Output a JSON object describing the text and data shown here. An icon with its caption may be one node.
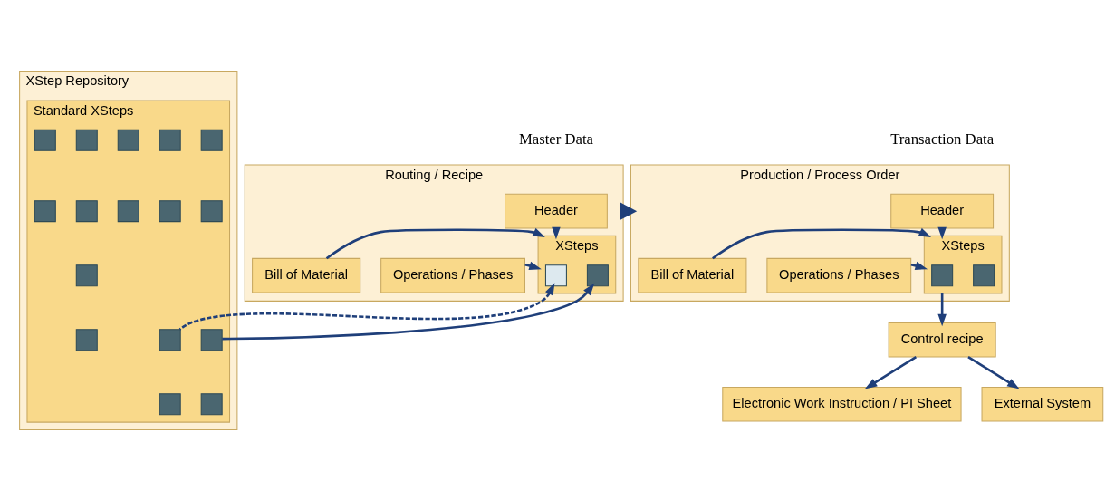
{
  "diagram": {
    "nodes": [
      {
        "text": [
          "Routing / Recipe"
        ]
      },
      {
        "text": [
          "Header"
        ],
        "in": 0
      },
      {
        "text": [
          "Operations / Phases"
        ],
        "in": 0
      },
      {
        "text": [
          "XSteps"
        ],
        "in": 0
      },
      {
        "text": [],
        "shape": "box",
        "in": 3
      },
      {
        "text": [],
        "shape": "box",
        "in": 3
      },
      {
        "text": [
          "Bill of Material"
        ],
        "in": 0
      },
      {
        "text": [
          "XStep Repository"
        ]
      },
      {
        "text": [
          "Standard XSteps"
        ],
        "in": 7
      },
      {
        "text": [],
        "shape": "box",
        "in": 8
      },
      {
        "text": [],
        "shape": "box",
        "in": 8
      },
      {
        "text": [],
        "shape": "box",
        "in": 8
      },
      {
        "text": [],
        "shape": "box",
        "in": 8
      },
      {
        "text": [],
        "shape": "box",
        "in": 8
      },
      {
        "text": [],
        "shape": "box",
        "in": 8
      },
      {
        "text": [],
        "shape": "box",
        "in": 8
      },
      {
        "text": [],
        "shape": "box",
        "in": 8
      },
      {
        "text": [],
        "shape": "box",
        "in": 8
      },
      {
        "text": [],
        "shape": "box",
        "in": 8
      },
      {
        "text": [],
        "shape": "box",
        "in": 8
      },
      {
        "text": [],
        "shape": "box",
        "in": 8
      },
      {
        "text": [],
        "shape": "box",
        "in": 8
      },
      {
        "text": [],
        "shape": "box",
        "in": 8
      },
      {
        "text": [],
        "shape": "box",
        "in": 8
      },
      {
        "text": [],
        "shape": "box",
        "in": 8
      },
      {
        "text": [
          "Production / Process Order"
        ]
      },
      {
        "text": [
          "Header"
        ],
        "in": 25
      },
      {
        "text": [
          "Operations / Phases"
        ],
        "in": 25
      },
      {
        "text": [
          "XSteps"
        ],
        "in": 25
      },
      {
        "text": [],
        "shape": "box",
        "in": 28
      },
      {
        "text": [],
        "shape": "box",
        "in": 28
      },
      {
        "text": [
          "Bill of Material"
        ],
        "in": 25
      },
      {
        "text": [
          "Control recipe"
        ]
      },
      {
        "text": [
          "Electronic Work Instruction / PI Sheet"
        ]
      },
      {
        "text": [
          "External System"
        ]
      }
    ],
    "edges": [
      {
        "from": 1,
        "to": 3,
        "arrow": "to"
      },
      {
        "from": 2,
        "to": 3,
        "arrow": "to"
      },
      {
        "from": 6,
        "to": 3,
        "arrow": "to"
      },
      {
        "from": 11,
        "to": 4,
        "arrow": "to",
        "style": "dashed"
      },
      {
        "from": 15,
        "to": 5,
        "arrow": "to"
      },
      {
        "from": 0,
        "to": 25,
        "arrow": "to",
        "style": "thick"
      },
      {
        "from": 26,
        "to": 28,
        "arrow": "to"
      },
      {
        "from": 27,
        "to": 28,
        "arrow": "to"
      },
      {
        "from": 31,
        "to": 28,
        "arrow": "to"
      },
      {
        "from": 28,
        "to": 32,
        "arrow": "to"
      },
      {
        "from": 32,
        "to": 33,
        "arrow": "to"
      },
      {
        "from": 32,
        "to": 34,
        "arrow": "to"
      }
    ],
    "labels": [
      "Master Data",
      "Transaction Data"
    ]
  }
}
